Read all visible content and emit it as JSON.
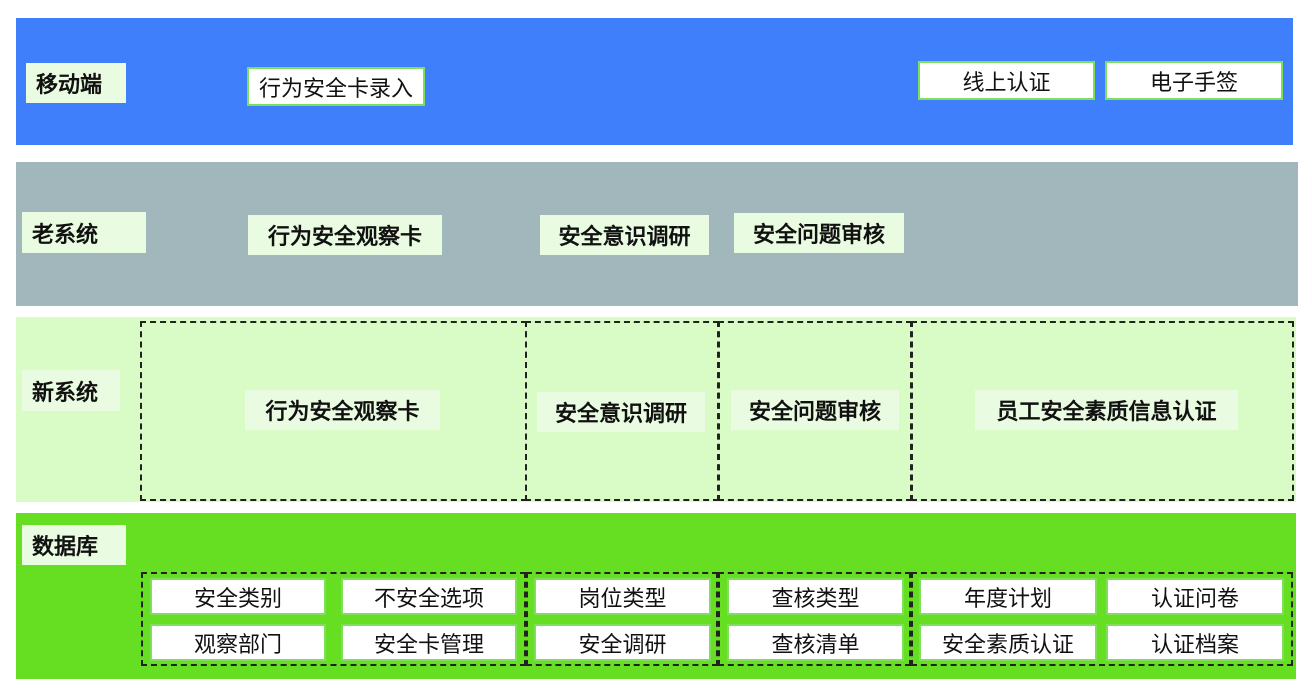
{
  "layers": {
    "mobile": {
      "label": "移动端",
      "items": {
        "entry": "行为安全卡录入",
        "online_auth": "线上认证",
        "e_sign": "电子手签"
      }
    },
    "old_system": {
      "label": "老系统",
      "items": {
        "observation_card": "行为安全观察卡",
        "awareness_survey": "安全意识调研",
        "issue_audit": "安全问题审核"
      }
    },
    "new_system": {
      "label": "新系统",
      "modules": {
        "observation_card": "行为安全观察卡",
        "awareness_survey": "安全意识调研",
        "issue_audit": "安全问题审核",
        "quality_cert": "员工安全素质信息认证"
      }
    },
    "database": {
      "label": "数据库",
      "groups": {
        "observation": {
          "t1": "安全类别",
          "t2": "不安全选项",
          "t3": "观察部门",
          "t4": "安全卡管理"
        },
        "survey": {
          "t1": "岗位类型",
          "t2": "安全调研"
        },
        "audit": {
          "t1": "查核类型",
          "t2": "查核清单"
        },
        "cert": {
          "t1": "年度计划",
          "t2": "认证问卷",
          "t3": "安全素质认证",
          "t4": "认证档案"
        }
      }
    }
  },
  "colors": {
    "mobile_band": "#3f7ffb",
    "old_band": "#a2b7bb",
    "new_band": "#d9fbc5",
    "db_band": "#66df22",
    "label_bg": "#e9fbe0",
    "box_border": "#7ee05a"
  }
}
